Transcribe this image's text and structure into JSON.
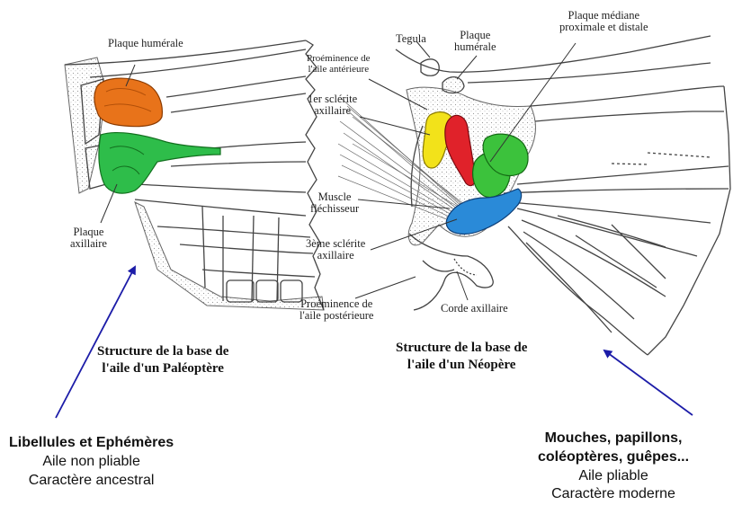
{
  "left": {
    "labels": {
      "humeral": "Plaque humérale",
      "axillary_l1": "Plaque",
      "axillary_l2": "axillaire"
    },
    "caption_l1": "Structure de la base de",
    "caption_l2": "l'aile d'un Paléoptère",
    "summary": {
      "title": "Libellules et Ephémères",
      "line1": "Aile non pliable",
      "line2": "Caractère ancestral"
    }
  },
  "right": {
    "labels": {
      "anterior_l1": "Proéminence de",
      "anterior_l2": "l'aile antérieure",
      "tegula": "Tegula",
      "humeral_l1": "Plaque",
      "humeral_l2": "humérale",
      "median_l1": "Plaque médiane",
      "median_l2": "proximale et distale",
      "sclerite1_l1": "1er sclérite",
      "sclerite1_l2": "axillaire",
      "muscle_l1": "Muscle",
      "muscle_l2": "fléchisseur",
      "sclerite3_l1": "3ème sclérite",
      "sclerite3_l2": "axillaire",
      "posterior_l1": "Proéminence de",
      "posterior_l2": "l'aile postérieure",
      "cord": "Corde axillaire"
    },
    "caption_l1": "Structure de la base de",
    "caption_l2": "l'aile d'un Néopère",
    "summary": {
      "title_l1": "Mouches, papillons,",
      "title_l2": "coléoptères, guêpes...",
      "line1": "Aile pliable",
      "line2": "Caractère moderne"
    }
  },
  "colors": {
    "humeral_plate": "#e8731a",
    "axillary_plate": "#2ebd4a",
    "sclerite_yellow": "#f2e21a",
    "sclerite_red": "#e0222a",
    "median_green": "#3cc23c",
    "sclerite3_blue": "#2a8ad8",
    "arrow_blue": "#1c1ca8"
  }
}
